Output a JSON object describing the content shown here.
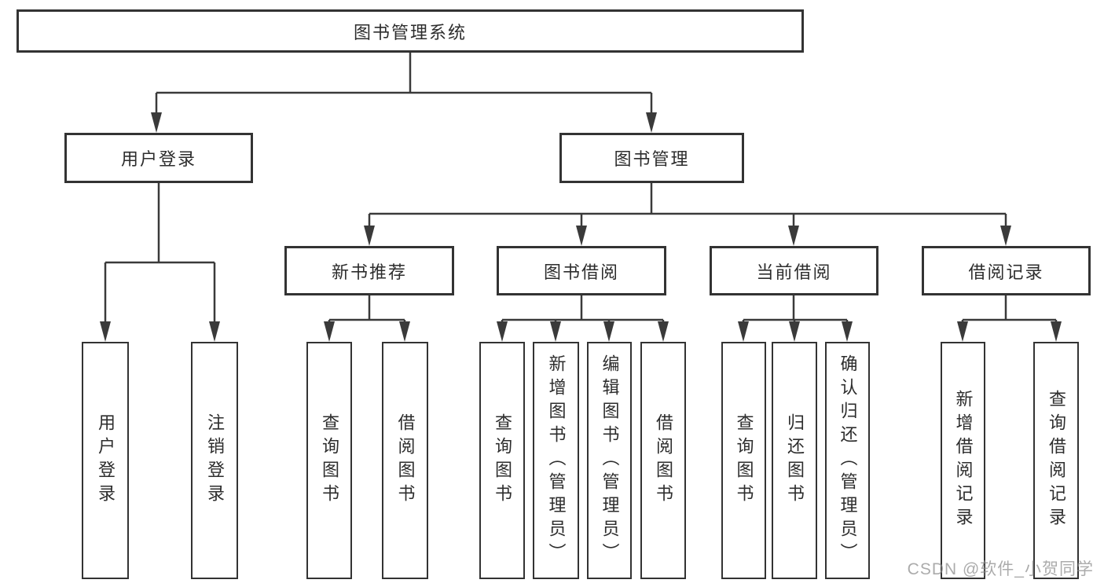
{
  "colors": {
    "background": "#ffffff",
    "line": "#3a3a3a",
    "border": "#333333",
    "text": "#2d2d2d",
    "watermark": "#8c8c8c"
  },
  "tree": {
    "root": {
      "label": "图书管理系统"
    },
    "user_login": {
      "label": "用户登录",
      "children": [
        {
          "label": "用户登录"
        },
        {
          "label": "注销登录"
        }
      ]
    },
    "book_management": {
      "label": "图书管理",
      "sections": [
        {
          "label": "新书推荐",
          "children": [
            {
              "label": "查询图书"
            },
            {
              "label": "借阅图书"
            }
          ]
        },
        {
          "label": "图书借阅",
          "children": [
            {
              "label": "查询图书"
            },
            {
              "label": "新增图书（管理员）"
            },
            {
              "label": "编辑图书（管理员）"
            },
            {
              "label": "借阅图书"
            }
          ]
        },
        {
          "label": "当前借阅",
          "children": [
            {
              "label": "查询图书"
            },
            {
              "label": "归还图书"
            },
            {
              "label": "确认归还（管理员）"
            }
          ]
        },
        {
          "label": "借阅记录",
          "children": [
            {
              "label": "新增借阅记录"
            },
            {
              "label": "查询借阅记录"
            }
          ]
        }
      ]
    }
  },
  "watermark": {
    "text": "CSDN @软件_小贺同学"
  }
}
